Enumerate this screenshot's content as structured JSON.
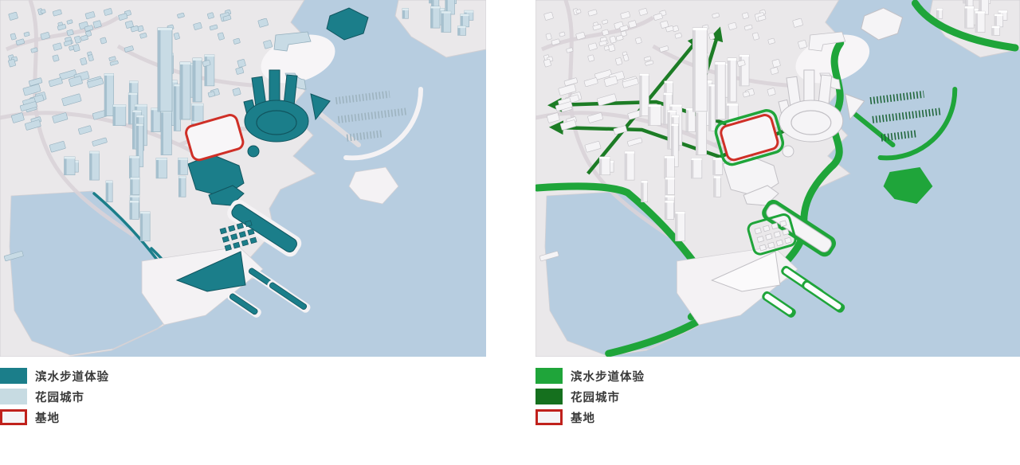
{
  "panels": [
    {
      "id": "waterfront-teal-scheme",
      "legend": [
        {
          "label": "滨水步道体验",
          "color": "#1b7e8a"
        },
        {
          "label": "花园城市",
          "color": "#c7dbe2"
        },
        {
          "label": "基地",
          "color": "#f5f4f6",
          "border": "#c0211c"
        }
      ]
    },
    {
      "id": "waterfront-green-scheme",
      "legend": [
        {
          "label": "滨水步道体验",
          "color": "#1fa53a"
        },
        {
          "label": "花园城市",
          "color": "#15701e"
        },
        {
          "label": "基地",
          "color": "#f5f4f6",
          "border": "#c0211c"
        }
      ]
    }
  ],
  "colors": {
    "water": "#b7cde0",
    "ground": "#eae8ea",
    "ground_stroke": "#d2d0d4",
    "road": "#d9d3d8",
    "quay": "#f4f2f4",
    "beach": "#f7f5f7",
    "building_left": "#c8dbe5",
    "building_left_side": "#a6c0ce",
    "building_left_cap": "#dfecf1",
    "building_left_stroke": "#94afbd",
    "building_right": "#f5f4f6",
    "building_right_side": "#d9d7db",
    "building_right_cap": "#ffffff",
    "building_right_stroke": "#c2c0c5",
    "teal": "#1b7e8a",
    "teal_dark": "#11555f",
    "green": "#1fa53a",
    "green_dark": "#1c7c25",
    "jetty_left": "#9db3bf",
    "jetty_right": "#20663a",
    "red": "#cf2f27",
    "site_fill": "#f8f6f8"
  }
}
